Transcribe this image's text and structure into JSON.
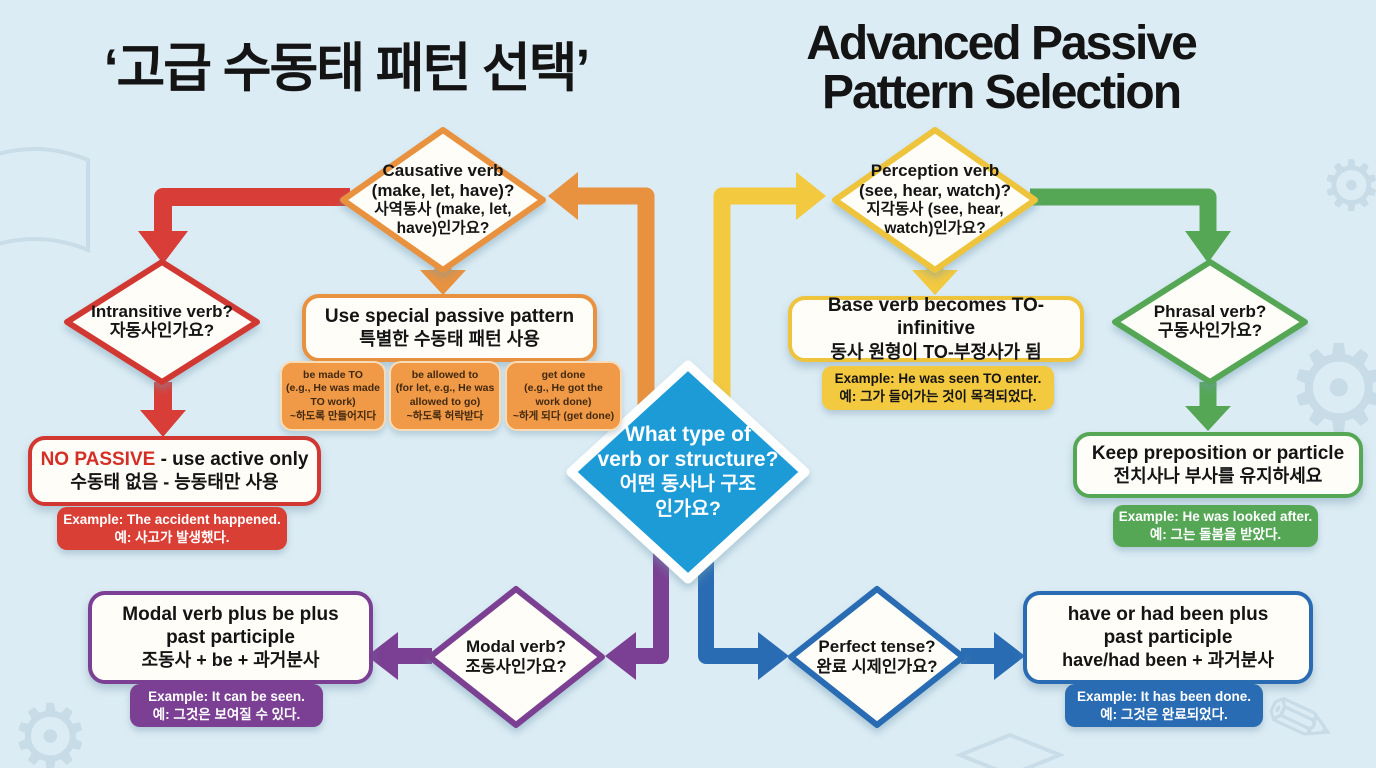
{
  "titles": {
    "korean": "‘고급 수동태 패턴 선택’",
    "english_line1": "Advanced Passive",
    "english_line2": "Pattern Selection"
  },
  "diamonds": {
    "center": {
      "en1": "What type of",
      "en2": "verb or structure?",
      "ko1": "어떤 동사나 구조",
      "ko2": "인가요?"
    },
    "causative": {
      "en1": "Causative verb",
      "en2": "(make, let, have)?",
      "ko1": "사역동사 (make, let,",
      "ko2": "have)인가요?"
    },
    "perception": {
      "en1": "Perception verb",
      "en2": "(see, hear, watch)?",
      "ko1": "지각동사 (see, hear,",
      "ko2": "watch)인가요?"
    },
    "intransitive": {
      "en1": "Intransitive verb?",
      "ko1": "자동사인가요?"
    },
    "phrasal": {
      "en1": "Phrasal verb?",
      "ko1": "구동사인가요?"
    },
    "modal": {
      "en1": "Modal verb?",
      "ko1": "조동사인가요?"
    },
    "perfect": {
      "en1": "Perfect tense?",
      "ko1": "완료 시제인가요?"
    }
  },
  "boxes": {
    "no_passive": {
      "highlight": "NO PASSIVE",
      "rest": " - use active only",
      "ko": "수동태 없음 - 능동태만 사용"
    },
    "no_passive_example": {
      "en": "Example: The accident happened.",
      "ko": "예: 사고가 발생했다."
    },
    "special_pattern": {
      "en": "Use special passive pattern",
      "ko": "특별한 수동태 패턴 사용"
    },
    "sub1": {
      "l1": "be made TO",
      "l2": "(e.g., He was made",
      "l3": "TO work)",
      "l4": "~하도록 만들어지다"
    },
    "sub2": {
      "l1": "be allowed to",
      "l2": "(for let, e.g., He was",
      "l3": "allowed to go)",
      "l4": "~하도록 허락받다"
    },
    "sub3": {
      "l1": "get done",
      "l2": "(e.g., He got the",
      "l3": "work done)",
      "l4": "~하게 되다 (get done)"
    },
    "to_infinitive": {
      "en": "Base verb becomes TO-infinitive",
      "ko": "동사 원형이 TO-부정사가 됨"
    },
    "to_infinitive_example": {
      "en": "Example: He was seen TO enter.",
      "ko": "예: 그가 들어가는 것이 목격되었다."
    },
    "keep_preposition": {
      "en": "Keep preposition or particle",
      "ko": "전치사나 부사를 유지하세요"
    },
    "keep_preposition_example": {
      "en": "Example: He was looked after.",
      "ko": "예: 그는 돌봄을 받았다."
    },
    "modal_pattern": {
      "l1": "Modal verb plus be plus",
      "l2": "past participle",
      "l3": "조동사 + be + 과거분사"
    },
    "modal_example": {
      "en": "Example: It can be seen.",
      "ko": "예: 그것은 보여질 수 있다."
    },
    "perfect_pattern": {
      "l1": "have or had been plus",
      "l2": "past participle",
      "l3": "have/had been + 과거분사"
    },
    "perfect_example": {
      "en": "Example: It has been done.",
      "ko": "예: 그것은 완료되었다."
    }
  },
  "decor_icons": {
    "gear": "⚙",
    "pencil": "✎"
  },
  "colors": {
    "background": "#dcecf4",
    "red": "#d83d38",
    "orange": "#e8923f",
    "yellow": "#f3c93f",
    "green": "#55a756",
    "purple": "#7b4093",
    "blue": "#2a6cb3",
    "center_blue": "#1a9bd7",
    "box_fill": "#fffdf8"
  }
}
